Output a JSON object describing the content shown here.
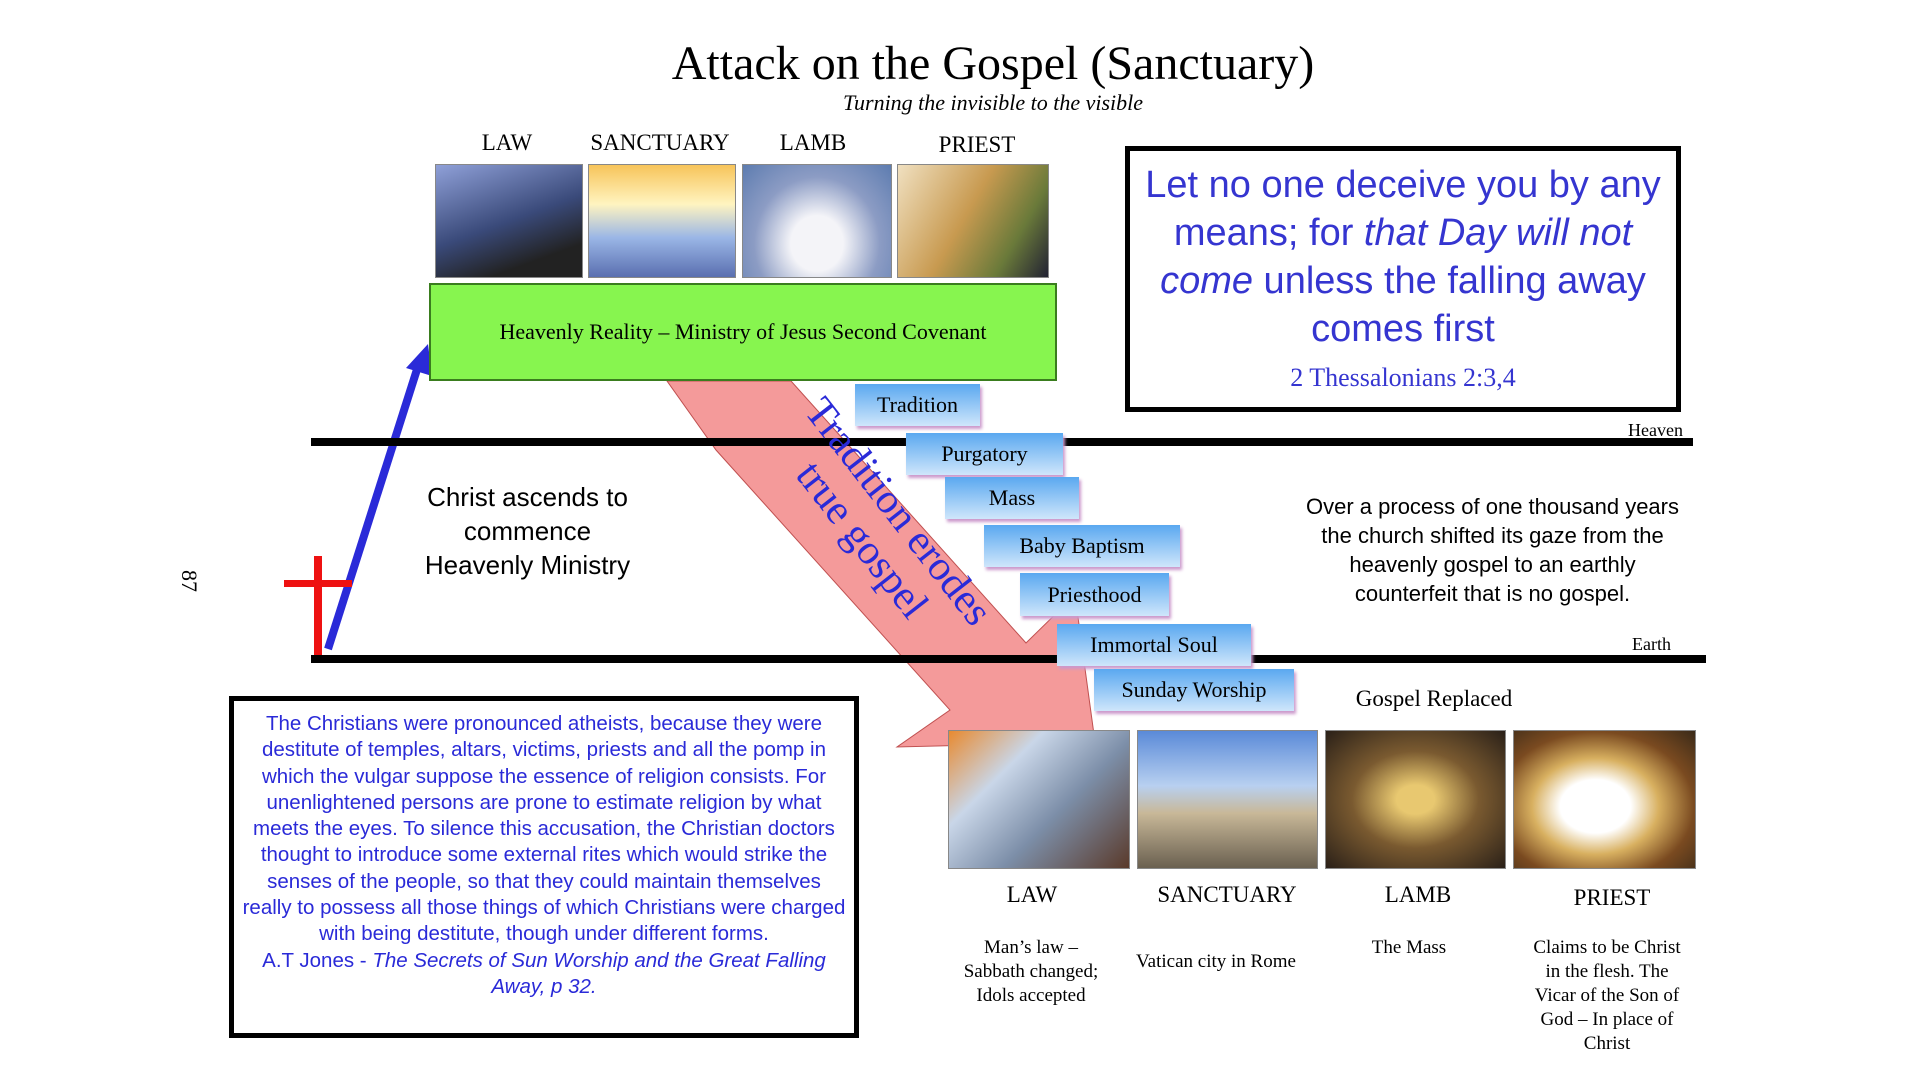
{
  "title": "Attack on the Gospel (Sanctuary)",
  "subtitle": "Turning the invisible to the visible",
  "top_labels": [
    "LAW",
    "SANCTUARY",
    "LAMB",
    "PRIEST"
  ],
  "heavenly_box": "Heavenly Reality – Ministry of Jesus Second Covenant",
  "scripture": {
    "line1": "Let no one deceive you by any means; for ",
    "italic": "that Day will not come",
    "line2": " unless the falling away comes first",
    "reference": "2 Thessalonians 2:3,4"
  },
  "heaven_label": "Heaven",
  "earth_label": "Earth",
  "tags": [
    "Tradition",
    "Purgatory",
    "Mass",
    "Baby Baptism",
    "Priesthood",
    "Immortal Soul",
    "Sunday Worship"
  ],
  "arrow_text": {
    "line1": "Tradition erodes",
    "line2": "true gospel"
  },
  "ascension_text": "Christ ascends to commence Heavenly Ministry",
  "page_number": "87",
  "process_text": "Over a process of one thousand years the church shifted its gaze from the heavenly gospel to an earthly counterfeit that is no gospel.",
  "gospel_replaced": "Gospel Replaced",
  "bottom": [
    {
      "label": "LAW",
      "desc": "Man’s law – Sabbath changed; Idols accepted"
    },
    {
      "label": "SANCTUARY",
      "desc": "Vatican city in Rome"
    },
    {
      "label": "LAMB",
      "desc": "The Mass"
    },
    {
      "label": "PRIEST",
      "desc": "Claims to be Christ in the flesh. The Vicar of the Son of God – In place of Christ"
    }
  ],
  "citation": {
    "body": "The Christians were pronounced atheists, because they were destitute of temples, altars, victims, priests and all the pomp in which the vulgar suppose the essence of religion consists. For unenlightened persons are prone to estimate religion by what meets the eyes. To silence this accusation, the Christian doctors thought to introduce some external rites which would strike the senses of the people, so that they could maintain themselves really to possess all those things of which Christians were charged with being destitute, though under different forms.",
    "author": "A.T Jones - ",
    "work": "The Secrets of Sun Worship and the Great Falling Away, p 32."
  },
  "colors": {
    "blue_text": "#3535d0",
    "green": "#87f54f",
    "pink_arrow": "#f49a9a",
    "cross": "#ee1111"
  }
}
